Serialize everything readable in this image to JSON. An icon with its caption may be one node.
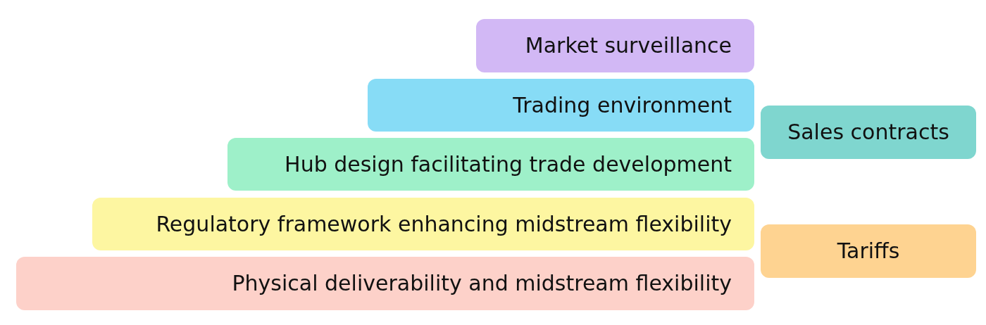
{
  "diagram": {
    "nodes": [
      {
        "text": [
          "Market surveillance"
        ]
      },
      {
        "text": [
          "Trading environment"
        ]
      },
      {
        "text": [
          "Sales contracts"
        ]
      },
      {
        "text": [
          "Hub design facilitating trade development"
        ]
      },
      {
        "text": [
          "Regulatory framework enhancing midstream flexibility"
        ]
      },
      {
        "text": [
          "Tariffs"
        ]
      },
      {
        "text": [
          "Physical deliverability and midstream flexibility"
        ]
      }
    ]
  }
}
